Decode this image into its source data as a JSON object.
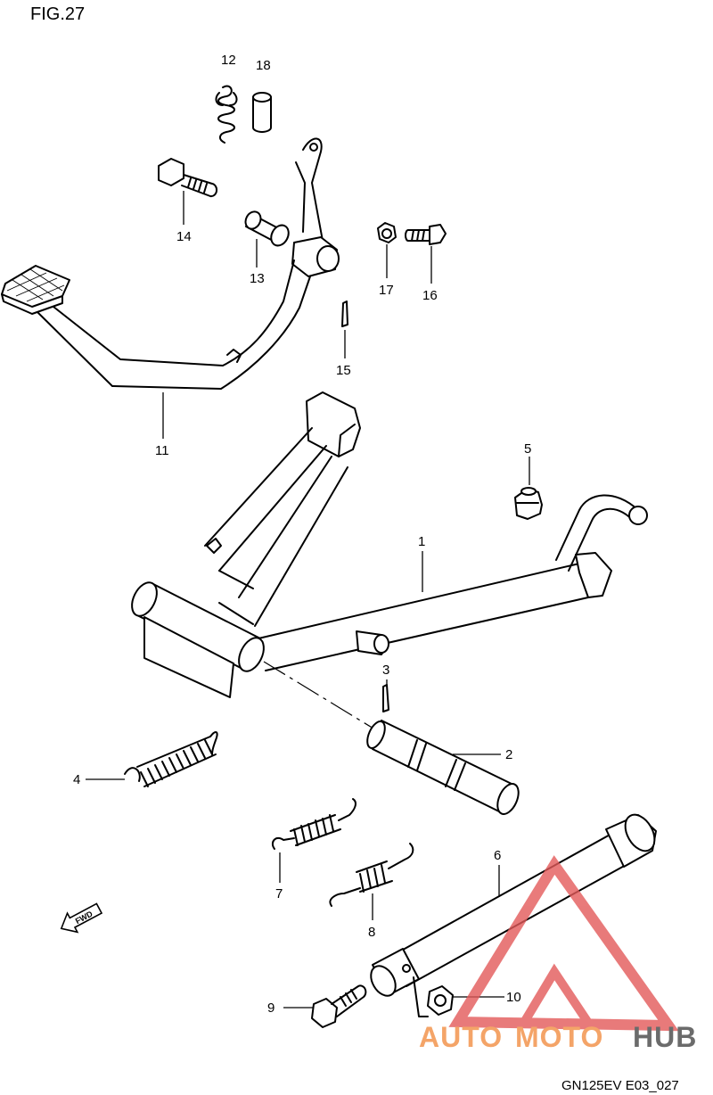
{
  "figure": {
    "title": "FIG.27",
    "code": "GN125EV E03_027"
  },
  "watermark": {
    "word1": "AUTO",
    "word2": "MOTO",
    "word3": "HUB",
    "color_orange": "#f4a468",
    "color_red": "#e35a5a",
    "color_gray": "#6b6b6b"
  },
  "callouts": {
    "c1": "1",
    "c2": "2",
    "c3": "3",
    "c4": "4",
    "c5": "5",
    "c6": "6",
    "c7": "7",
    "c8": "8",
    "c9": "9",
    "c10": "10",
    "c11": "11",
    "c12": "12",
    "c13": "13",
    "c14": "14",
    "c15": "15",
    "c16": "16",
    "c17": "17",
    "c18": "18"
  },
  "direction_badge": "FWD"
}
